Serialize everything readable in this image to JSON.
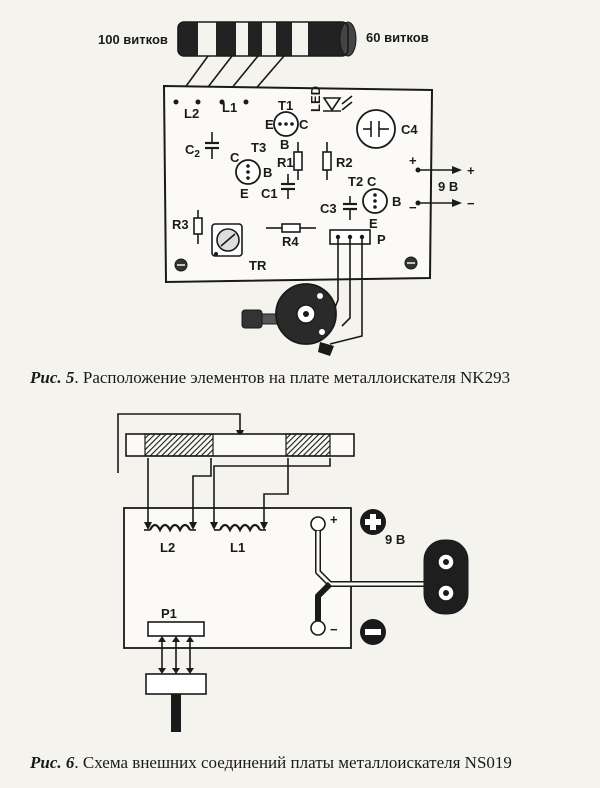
{
  "fig5": {
    "coil_left_label": "100 витков",
    "coil_right_label": "60 витков",
    "labels": {
      "L2": "L2",
      "L1": "L1",
      "T1": "T1",
      "LED": "LED",
      "C4": "C4",
      "T1_E": "E",
      "T1_C": "C",
      "T1_B": "B",
      "C2": "C",
      "C2_sub": "2",
      "T3": "T3",
      "T3_C": "C",
      "T3_B": "B",
      "T3_E": "E",
      "R1": "R1",
      "R2": "R2",
      "C1": "C1",
      "C3": "C3",
      "T2": "T2",
      "T2_C": "C",
      "T2_B": "B",
      "T2_E": "E",
      "R3": "R3",
      "R4": "R4",
      "P": "P",
      "TR": "TR",
      "plus": "+",
      "minus": "−",
      "plus_out": "+",
      "minus_out": "−",
      "v9": "9 В"
    },
    "caption_num": "Рис. 5",
    "caption_text": ". Расположение элементов на плате металлоискателя NK293"
  },
  "fig6": {
    "labels": {
      "L2": "L2",
      "L1": "L1",
      "P1": "P1",
      "v9": "9 В",
      "plus": "+",
      "minus": "−"
    },
    "caption_num": "Рис. 6",
    "caption_text": ". Схема внешних соединений платы металлоискателя NS019"
  }
}
